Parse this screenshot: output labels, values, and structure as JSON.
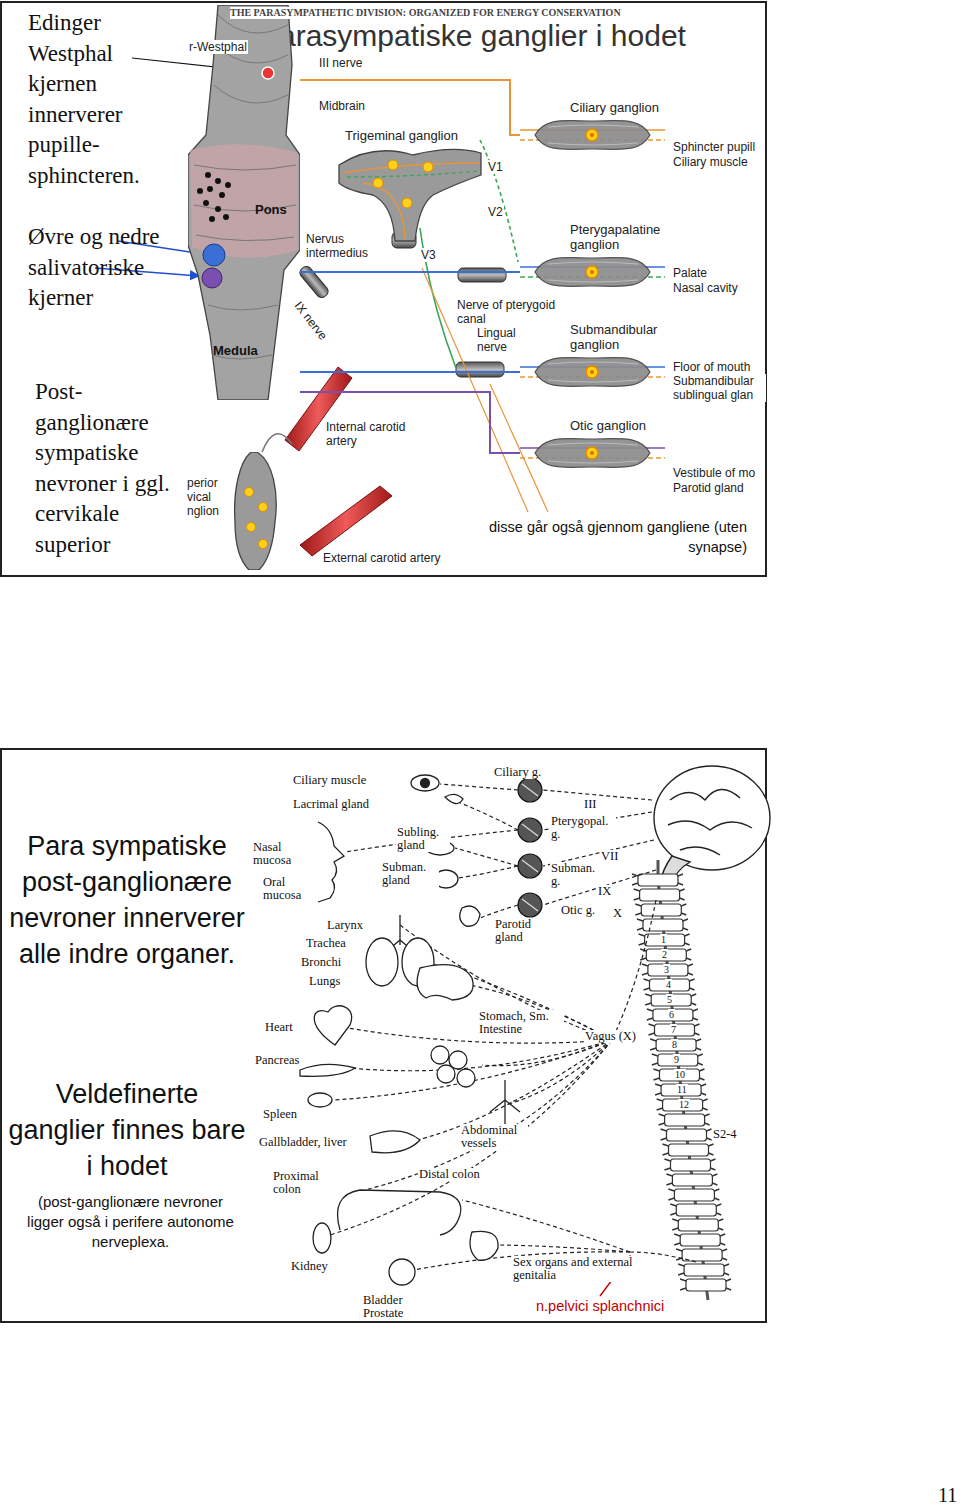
{
  "diagram": {
    "title": "Parasympatiske ganglier i hodet",
    "nodes": [
      {
        "text": [
          "Pons",
          "Medula"
        ]
      },
      {
        "text": [
          "Trigeminal ganglion"
        ]
      },
      {
        "text": [
          "Ciliary ganglion"
        ]
      },
      {
        "text": [
          "Pterygapalatine ganglion"
        ]
      },
      {
        "text": [
          "Submandibular ganglion"
        ]
      },
      {
        "text": [
          "Otic ganglion"
        ]
      },
      {
        "text": [
          "perior vical nglion"
        ]
      }
    ],
    "edges": [
      {
        "from": 0,
        "to": 2,
        "arrow": "none"
      },
      {
        "from": 0,
        "to": 3,
        "arrow": "none"
      },
      {
        "from": 0,
        "to": 4,
        "arrow": "none"
      },
      {
        "from": 0,
        "to": 5,
        "arrow": "none"
      }
    ],
    "labels": [
      "Edinger Westphal kjernen innerverer pupille-sphincteren.",
      "Øvre og nedre salivatoriske kjerner",
      "Post-ganglionære sympatiske nevroner i ggl. cervikale superior",
      "THE PARASYMPATHETIC DIVISION: ORGANIZED FOR ENERGY CONSERVATION",
      "r-Westphal",
      "III nerve",
      "Midbrain",
      "V1",
      "V2",
      "V3",
      "Nervus intermedius",
      "Nerve of pterygoid canal",
      "Lingual nerve",
      "IX nerve",
      "Sphincter pupill",
      "Ciliary muscle",
      "Palate",
      "Nasal cavity",
      "Floor of mouth",
      "Submandibular sublingual glan",
      "Internal carotid artery",
      "Vestibule of mo",
      "Parotid gland",
      "External carotid artery",
      "disse går også gjennom gangliene (uten synapse)",
      "Para sympatiske post-ganglionære nevroner innerverer alle indre organer.",
      "Veldefinerte ganglier finnes bare i hodet",
      "(post-ganglionære nevroner ligger også i perifere autonome nerveplexa.",
      "Ciliary muscle",
      "Lacrimal gland",
      "Ciliary g.",
      "III",
      "Pterygopal. g.",
      "VII",
      "Subman. g.",
      "IX",
      "Otic g.",
      "X",
      "Nasal mucosa",
      "Oral mucosa",
      "Subling. gland",
      "Subman. gland",
      "Parotid gland",
      "Larynx",
      "Trachea",
      "Bronchi",
      "Lungs",
      "Heart",
      "Stomach, Sm. Intestine",
      "Vagus (X)",
      "Pancreas",
      "Spleen",
      "Gallbladder, liver",
      "Abdominal vessels",
      "Proximal colon",
      "Distal colon",
      "S2-4",
      "Kidney",
      "Sex organs and external genitalia",
      "Bladder Prostate",
      "n.pelvici splanchnici",
      "1",
      "2",
      "3",
      "4",
      "5",
      "6",
      "7",
      "8",
      "9",
      "10",
      "11",
      "12",
      "11"
    ]
  }
}
